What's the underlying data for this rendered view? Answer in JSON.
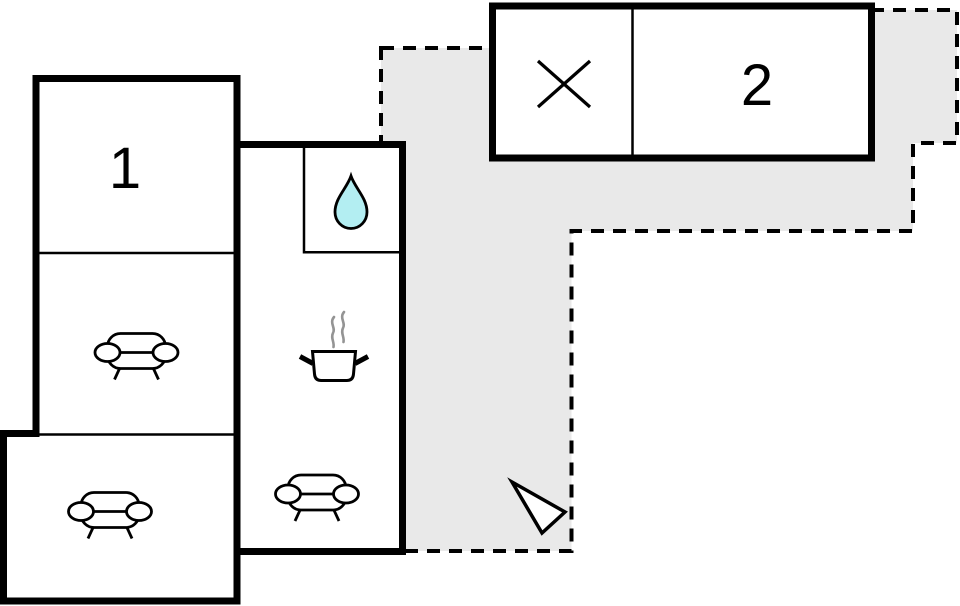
{
  "floorplan": {
    "rooms": [
      {
        "name": "bedroom-1",
        "label": "1"
      },
      {
        "name": "bedroom-2",
        "label": "2"
      }
    ],
    "areas": {
      "terrace": "outdoor terrace (dashed gray area)",
      "kitchen": "kitchen (cooking pot icon)",
      "bathroom": "water room (water drop icon)",
      "living_room": "sofa room upper",
      "lower_room": "sofa room lower",
      "kitchen_seating": "sofa area in kitchen room"
    },
    "icons": {
      "cross": "cross-icon",
      "water_drop": "water-drop-icon",
      "cooking_pot": "cooking-pot-icon",
      "sofa_living": "sofa-icon",
      "sofa_lower": "sofa-icon",
      "sofa_kitchen": "sofa-icon",
      "entrance_arrow": "entrance-arrow-icon"
    },
    "colors": {
      "wall": "#000000",
      "room_fill": "#ffffff",
      "terrace_fill": "#e9e9e9",
      "water_drop_fill": "#b3eef2",
      "steam": "#949494"
    }
  }
}
